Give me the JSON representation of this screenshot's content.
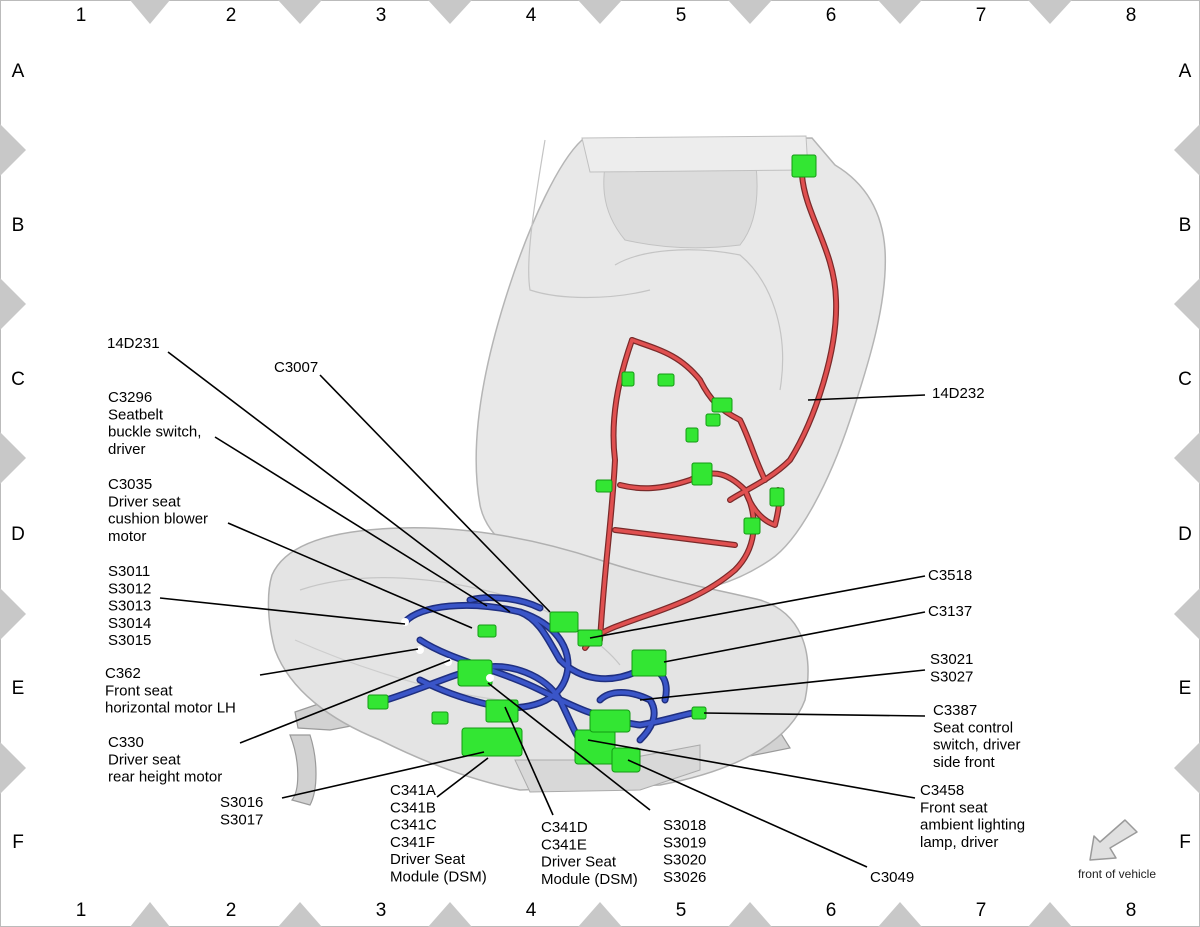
{
  "grid": {
    "columns": [
      "1",
      "2",
      "3",
      "4",
      "5",
      "6",
      "7",
      "8"
    ],
    "rows": [
      "A",
      "B",
      "C",
      "D",
      "E",
      "F"
    ]
  },
  "colors": {
    "harness_upper": "#e05050",
    "harness_lower": "#3a55c8",
    "connector": "#33e633",
    "seat": "#e6e6e6",
    "marker": "#c8c8c8"
  },
  "callouts": {
    "c14d231": [
      "14D231"
    ],
    "c3007": [
      "C3007"
    ],
    "c3296": [
      "C3296",
      "Seatbelt",
      "buckle switch,",
      "driver"
    ],
    "c3035": [
      "C3035",
      "Driver seat",
      "cushion blower",
      "motor"
    ],
    "s3011": [
      "S3011",
      "S3012",
      "S3013",
      "S3014",
      "S3015"
    ],
    "c362": [
      "C362",
      "Front seat",
      "horizontal motor LH"
    ],
    "c330": [
      "C330",
      "Driver seat",
      "rear height motor"
    ],
    "s3016": [
      "S3016",
      "S3017"
    ],
    "c341a": [
      "C341A",
      "C341B",
      "C341C",
      "C341F",
      "Driver Seat",
      "Module (DSM)"
    ],
    "c341d": [
      "C341D",
      "C341E",
      "Driver Seat",
      "Module (DSM)"
    ],
    "s3018": [
      "S3018",
      "S3019",
      "S3020",
      "S3026"
    ],
    "c14d232": [
      "14D232"
    ],
    "c3518": [
      "C3518"
    ],
    "c3137": [
      "C3137"
    ],
    "s3021": [
      "S3021",
      "S3027"
    ],
    "c3387": [
      "C3387",
      "Seat control",
      "switch, driver",
      "side front"
    ],
    "c3458": [
      "C3458",
      "Front seat",
      "ambient lighting",
      "lamp, driver"
    ],
    "c3049": [
      "C3049"
    ]
  },
  "front_of_vehicle": "front of vehicle",
  "icons": {
    "front_arrow": "arrow-down-left-icon"
  }
}
